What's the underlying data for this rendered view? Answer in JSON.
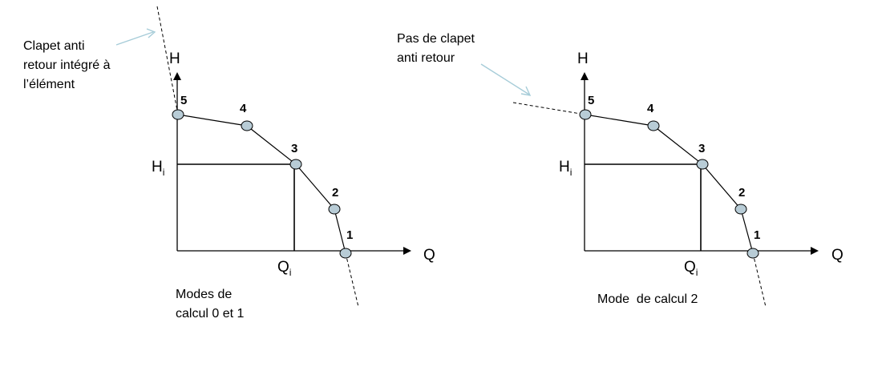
{
  "left": {
    "axis_h": "H",
    "axis_q": "Q",
    "hi_main": "H",
    "hi_sub": "i",
    "qi_main": "Q",
    "qi_sub": "i",
    "points": [
      "1",
      "2",
      "3",
      "4",
      "5"
    ],
    "annotation_lines": [
      "Clapet anti",
      "retour intégré à",
      "l’élément"
    ],
    "caption_lines": [
      "Modes de",
      "calcul 0 et 1"
    ]
  },
  "right": {
    "axis_h": "H",
    "axis_q": "Q",
    "hi_main": "H",
    "hi_sub": "i",
    "qi_main": "Q",
    "qi_sub": "i",
    "points": [
      "1",
      "2",
      "3",
      "4",
      "5"
    ],
    "annotation_lines": [
      "Pas de clapet",
      "anti retour"
    ],
    "caption_lines": [
      "Mode  de calcul 2"
    ]
  },
  "colors": {
    "line": "#000000",
    "point_fill": "#b8ccd6",
    "arrow": "#a6ccd8"
  }
}
